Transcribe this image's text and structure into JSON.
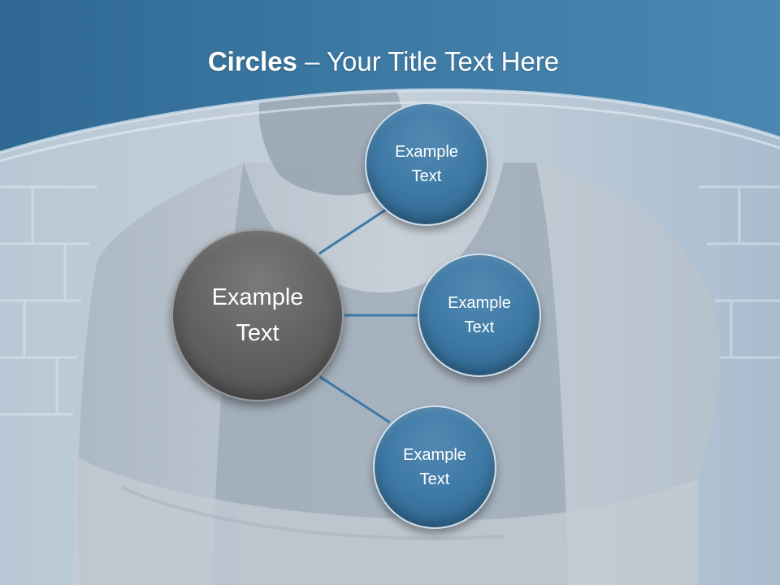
{
  "title": {
    "bold": "Circles",
    "rest": " – Your Title Text Here"
  },
  "center_node": {
    "label": "Example\nText",
    "color": "#626262"
  },
  "satellite_nodes": [
    {
      "label": "Example\nText"
    },
    {
      "label": "Example\nText"
    },
    {
      "label": "Example\nText"
    }
  ],
  "colors": {
    "header": "#3d7aa4",
    "node_fill": "#3e7aa6",
    "connector": "#3f79a6"
  }
}
